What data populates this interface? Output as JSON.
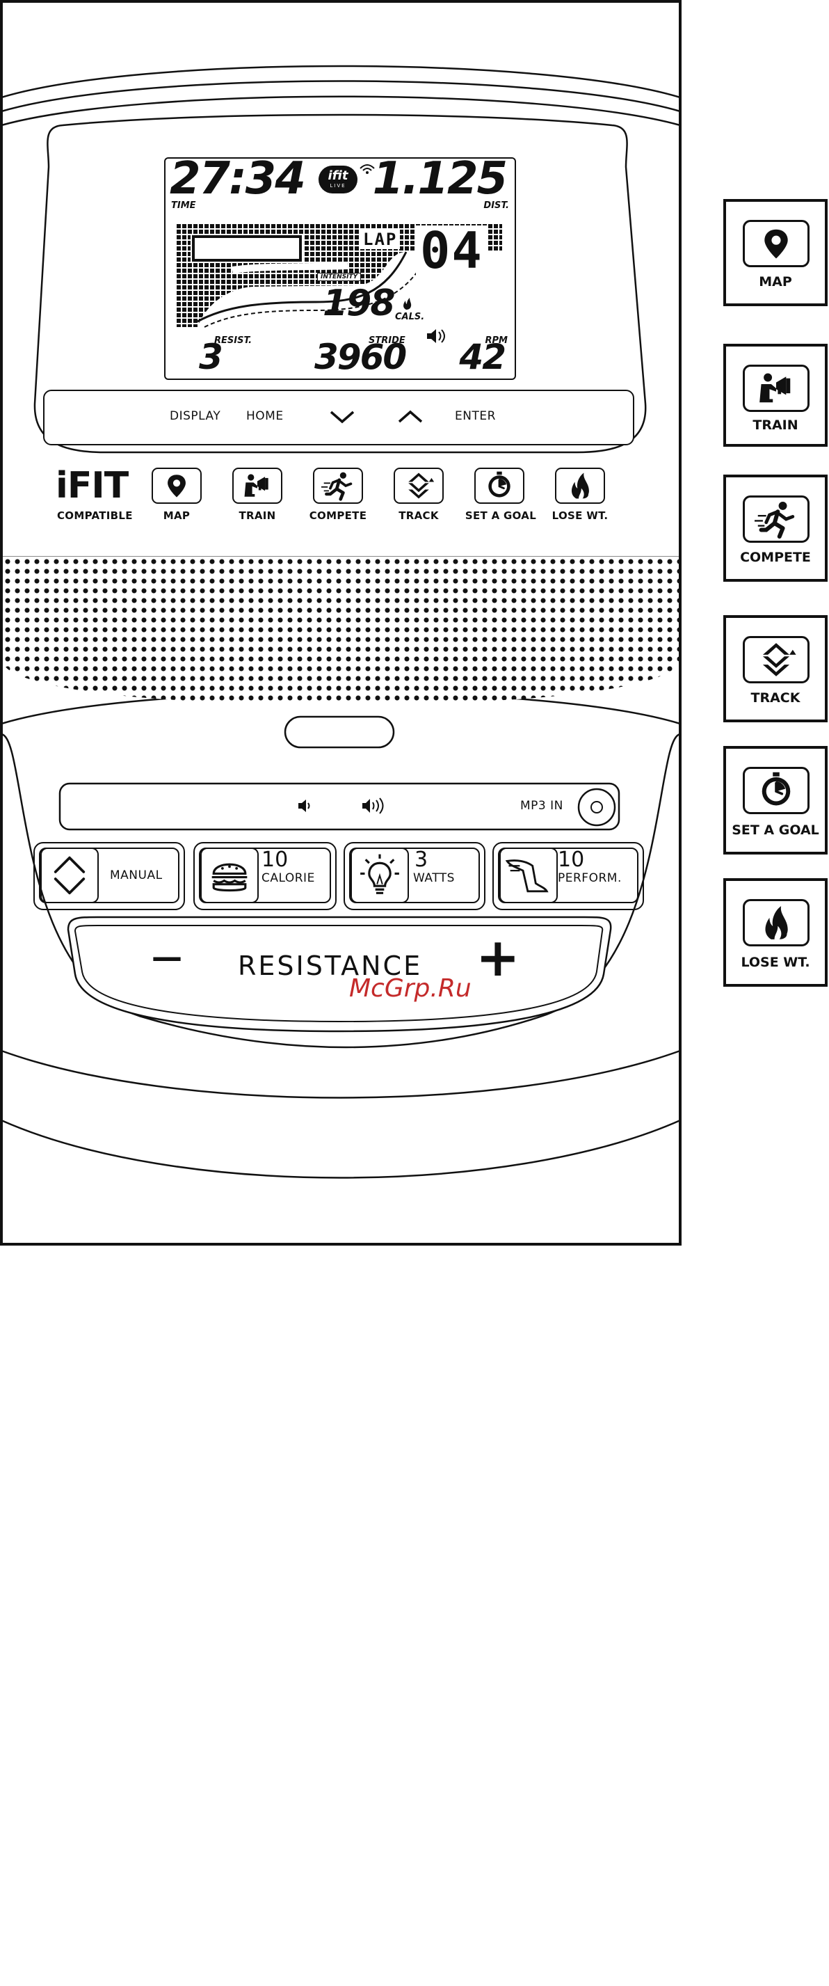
{
  "lcd": {
    "time": "27:34",
    "time_label": "TIME",
    "distance": "1.125",
    "distance_label": "DIST.",
    "ifit_badge": "ifit",
    "ifit_badge_sub": "LIVE",
    "lap_label": "LAP",
    "lap_number": "04",
    "intensity_label": "INTENSITY",
    "calories": "198",
    "calories_label": "CALS.",
    "resistance_label": "RESIST.",
    "resistance": "3",
    "stride_label": "STRIDE",
    "stride": "3960",
    "rpm_label": "RPM",
    "rpm": "42"
  },
  "nav_bar": {
    "display": "DISPLAY",
    "home": "HOME",
    "enter": "ENTER",
    "down_icon": "chevron-down-icon",
    "up_icon": "chevron-up-icon"
  },
  "ifit": {
    "logo": "iFIT",
    "compatible": "COMPATIBLE",
    "buttons": [
      {
        "label": "MAP",
        "icon": "map-pin-icon"
      },
      {
        "label": "TRAIN",
        "icon": "megaphone-trainer-icon"
      },
      {
        "label": "COMPETE",
        "icon": "runner-icon"
      },
      {
        "label": "TRACK",
        "icon": "track-arrows-icon"
      },
      {
        "label": "SET A GOAL",
        "icon": "stopwatch-icon"
      },
      {
        "label": "LOSE WT.",
        "icon": "flame-icon"
      }
    ]
  },
  "audio_bar": {
    "volume_down_icon": "volume-down-icon",
    "volume_up_icon": "volume-up-icon",
    "mp3_label": "MP3 IN",
    "mp3_jack_icon": "audio-jack-icon"
  },
  "programs": [
    {
      "number": "",
      "label": "MANUAL",
      "icon": "diamond-arrows-icon"
    },
    {
      "number": "10",
      "label": "CALORIE",
      "icon": "burger-icon"
    },
    {
      "number": "3",
      "label": "WATTS",
      "icon": "lightbulb-icon"
    },
    {
      "number": "10",
      "label": "PERFORM.",
      "icon": "winged-foot-icon"
    }
  ],
  "resistance_bar": {
    "minus": "—",
    "label": "RESISTANCE",
    "plus": "+"
  },
  "watermark": "McGrp.Ru",
  "legend": [
    {
      "label": "MAP",
      "icon": "map-pin-icon"
    },
    {
      "label": "TRAIN",
      "icon": "megaphone-trainer-icon"
    },
    {
      "label": "COMPETE",
      "icon": "runner-icon"
    },
    {
      "label": "TRACK",
      "icon": "track-arrows-icon"
    },
    {
      "label": "SET A GOAL",
      "icon": "stopwatch-icon"
    },
    {
      "label": "LOSE WT.",
      "icon": "flame-icon"
    }
  ]
}
